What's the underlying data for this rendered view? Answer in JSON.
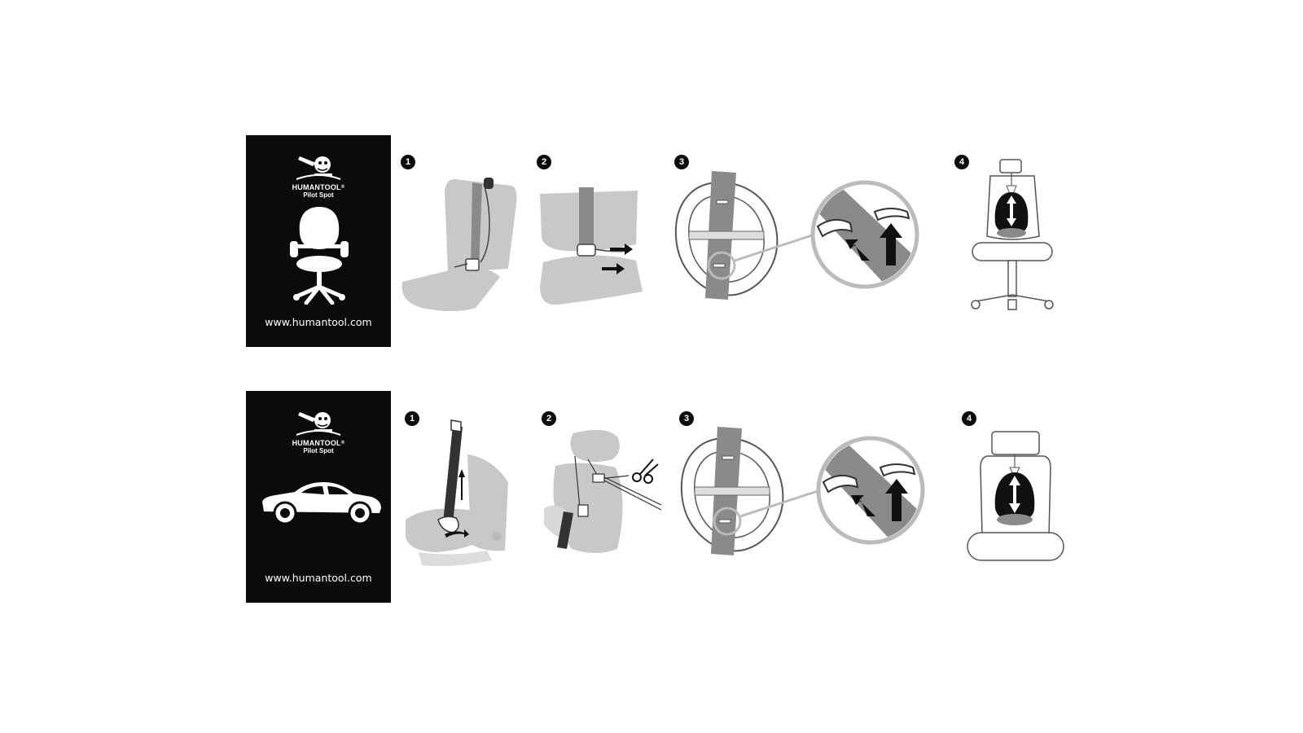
{
  "brand": {
    "name": "HUMANTOOL",
    "registered": "®",
    "product": "Pilot Spot",
    "url": "www.humantool.com"
  },
  "rows": [
    {
      "id": "office-chair",
      "pictogram": "office-chair-icon",
      "steps": [
        {
          "number": "1",
          "icon": "belt-over-seatback-icon"
        },
        {
          "number": "2",
          "icon": "belt-buckle-tighten-icon"
        },
        {
          "number": "3",
          "icon": "strap-slot-detail-icon"
        },
        {
          "number": "4",
          "icon": "office-chair-cushion-position-icon"
        }
      ]
    },
    {
      "id": "car-seat",
      "pictogram": "car-icon",
      "steps": [
        {
          "number": "1",
          "icon": "belt-through-car-seat-icon"
        },
        {
          "number": "2",
          "icon": "headrest-strap-cut-icon"
        },
        {
          "number": "3",
          "icon": "strap-slot-detail-icon"
        },
        {
          "number": "4",
          "icon": "car-seat-cushion-position-icon"
        }
      ]
    }
  ],
  "colors": {
    "card": "#0b0b0b",
    "seat_gray": "#c8c8c8",
    "strap_gray": "#8a8a8a",
    "outline": "#555555"
  }
}
